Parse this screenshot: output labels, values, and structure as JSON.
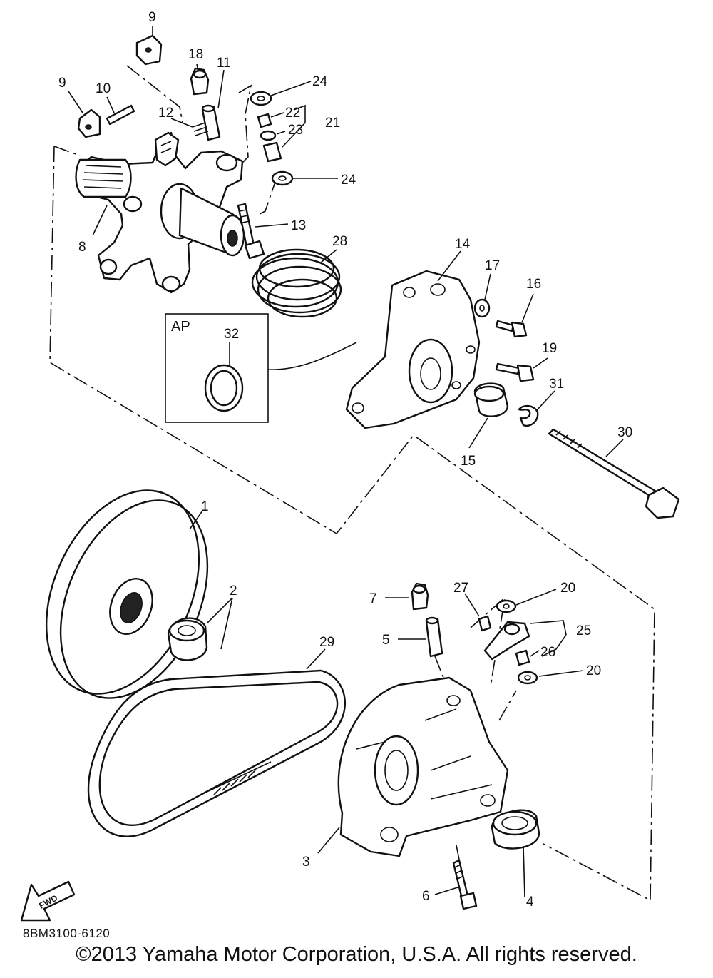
{
  "diagram": {
    "part_code": "8BM3100-6120",
    "copyright": "©2013 Yamaha Motor Corporation, U.S.A. All rights reserved.",
    "option_box": "AP",
    "direction_marker": "FWD",
    "callouts": [
      "1",
      "2",
      "3",
      "4",
      "5",
      "6",
      "7",
      "8",
      "9",
      "9",
      "10",
      "11",
      "12",
      "13",
      "14",
      "15",
      "16",
      "17",
      "18",
      "19",
      "20",
      "20",
      "21",
      "22",
      "23",
      "24",
      "24",
      "25",
      "26",
      "27",
      "28",
      "29",
      "30",
      "31",
      "32"
    ]
  }
}
